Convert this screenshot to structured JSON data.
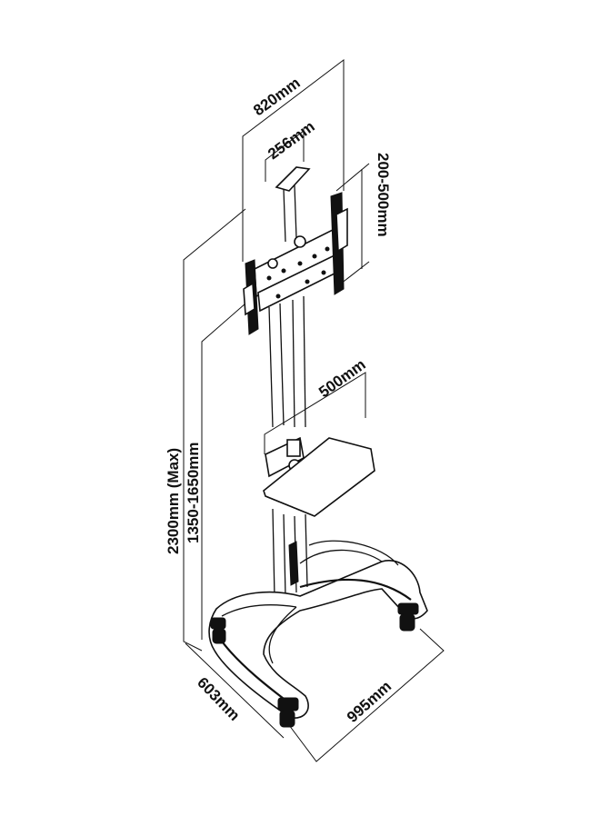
{
  "dimensions": {
    "total_width": "820mm",
    "vesa_top_width": "256mm",
    "vesa_height_range": "200-500mm",
    "max_height": "2300mm (Max)",
    "height_range": "1350-1650mm",
    "shelf_width": "500mm",
    "base_depth": "603mm",
    "base_width": "995mm"
  }
}
